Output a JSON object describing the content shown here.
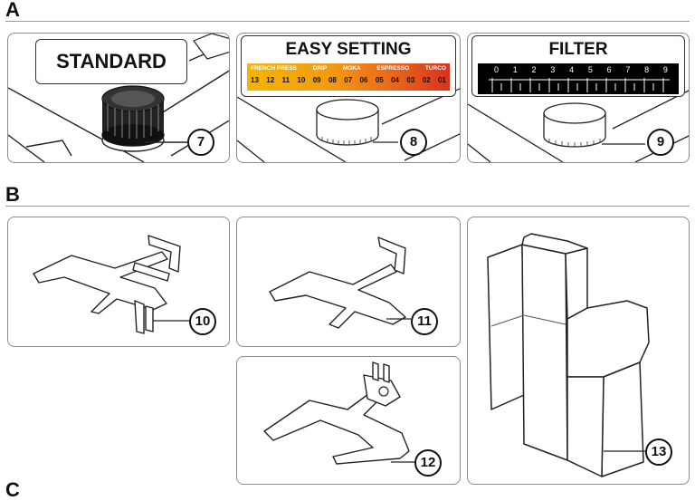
{
  "sections": {
    "a": "A",
    "b": "B",
    "c": "C"
  },
  "panel_standard": {
    "label": "STANDARD",
    "callout": "7"
  },
  "panel_easy": {
    "title": "EASY SETTING",
    "names": [
      "FRENCH PRESS",
      "DRIP",
      "MOKA",
      "ESPRESSO",
      "TURCO"
    ],
    "numbers": [
      "13",
      "12",
      "11",
      "10",
      "09",
      "08",
      "07",
      "06",
      "05",
      "04",
      "03",
      "02",
      "01"
    ],
    "callout": "8"
  },
  "panel_filter": {
    "title": "FILTER",
    "numbers": [
      "0",
      "1",
      "2",
      "3",
      "4",
      "5",
      "6",
      "7",
      "8",
      "9"
    ],
    "callout": "9"
  },
  "callouts_b": {
    "c10": "10",
    "c11": "11",
    "c12": "12",
    "c13": "13"
  }
}
